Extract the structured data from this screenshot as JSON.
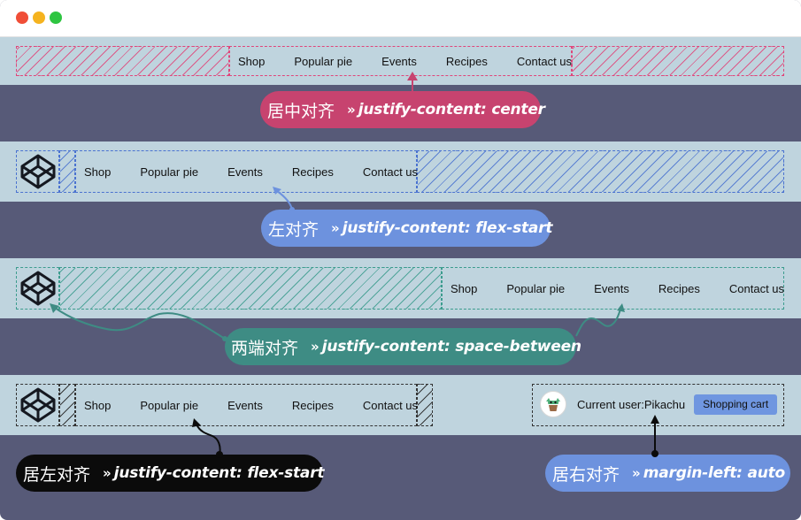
{
  "nav": {
    "items": [
      "Shop",
      "Popular pie",
      "Events",
      "Recipes",
      "Contact us"
    ]
  },
  "labels": {
    "center": {
      "cn": "居中对齐",
      "arrow": "»",
      "code": "justify-content: center"
    },
    "flex_start": {
      "cn": "左对齐",
      "arrow": "»",
      "code": "justify-content: flex-start"
    },
    "space_between": {
      "cn": "两端对齐",
      "arrow": "»",
      "code": "justify-content: space-between"
    },
    "left_flex_start": {
      "cn": "居左对齐",
      "arrow": "»",
      "code": "justify-content: flex-start"
    },
    "margin_auto": {
      "cn": "居右对齐",
      "arrow": "»",
      "code": "margin-left: auto"
    }
  },
  "user": {
    "current_user": "Current user:Pikachu",
    "cart_label": "Shopping cart"
  },
  "colors": {
    "background": "#575a78",
    "stripe": "#bfd4de",
    "pink": "#c7436f",
    "blue": "#6d92de",
    "teal": "#3e8c84",
    "black": "#0b0b0b"
  },
  "icons": {
    "logo": "codepen-logo-icon",
    "avatar": "pikachu-avatar-icon"
  }
}
